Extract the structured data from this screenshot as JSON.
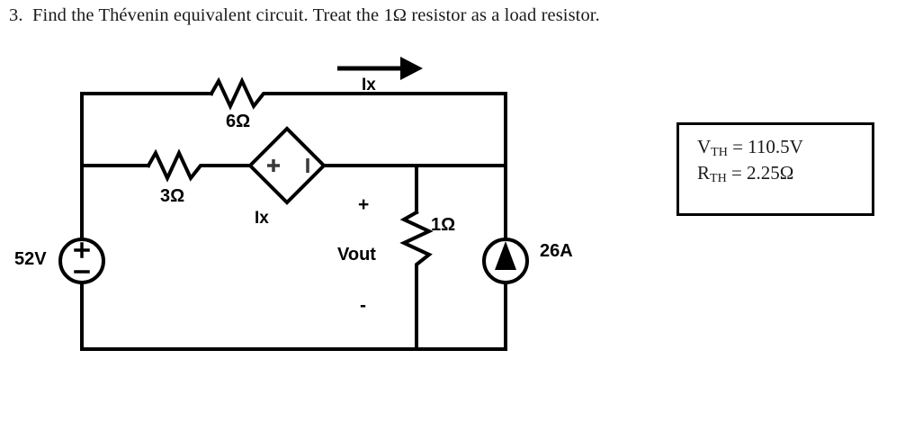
{
  "question": {
    "number": "3.",
    "text": "Find the Thévenin equivalent circuit. Treat the 1Ω resistor as a load resistor."
  },
  "answer_box": {
    "vth_symbol": "V",
    "vth_sub": "TH",
    "vth_value": " = 110.5V",
    "rth_symbol": "R",
    "rth_sub": "TH",
    "rth_value": " = 2.25Ω"
  },
  "circuit": {
    "source_voltage": "52V",
    "source_plus": "+",
    "source_minus": "−",
    "resistor_top": "6Ω",
    "resistor_mid": "3Ω",
    "resistor_load": "1Ω",
    "current_label_top": "Ix",
    "dependent_source_label": "Ix",
    "dependent_plus": "+",
    "dependent_minus": "−",
    "vout_label": "Vout",
    "vout_plus": "+",
    "vout_minus": "-",
    "current_source": "26A",
    "line_color": "#000000"
  }
}
